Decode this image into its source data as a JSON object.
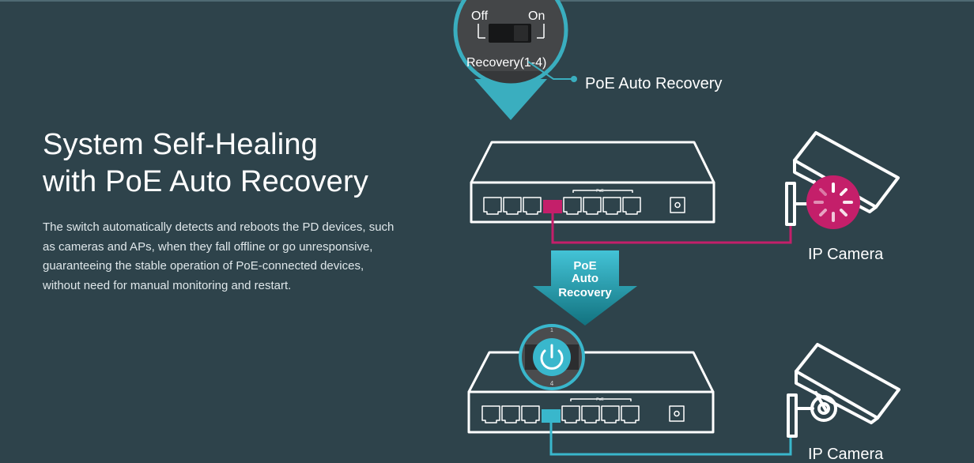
{
  "headline": {
    "line1": "System Self-Healing",
    "line2": "with PoE Auto Recovery"
  },
  "description": "The switch automatically detects and reboots the PD devices, such as cameras and APs, when they fall offline or go unresponsive, guaranteeing the stable operation of PoE-connected devices, without need for manual monitoring and restart.",
  "zoom": {
    "off_label": "Off",
    "on_label": "On",
    "switch_label": "Recovery(1-4)"
  },
  "callout_label": "PoE Auto Recovery",
  "arrow": {
    "line1": "PoE",
    "line2": "Auto",
    "line3": "Recovery"
  },
  "switch_top": {
    "poe_label": "PoE"
  },
  "switch_bottom": {
    "poe_label": "PoE",
    "port_1": "1",
    "port_4": "4"
  },
  "camera_top_label": "IP Camera",
  "camera_bottom_label": "IP Camera",
  "colors": {
    "background": "#2e434b",
    "accent": "#39b7cc",
    "fault": "#c41f6a"
  }
}
